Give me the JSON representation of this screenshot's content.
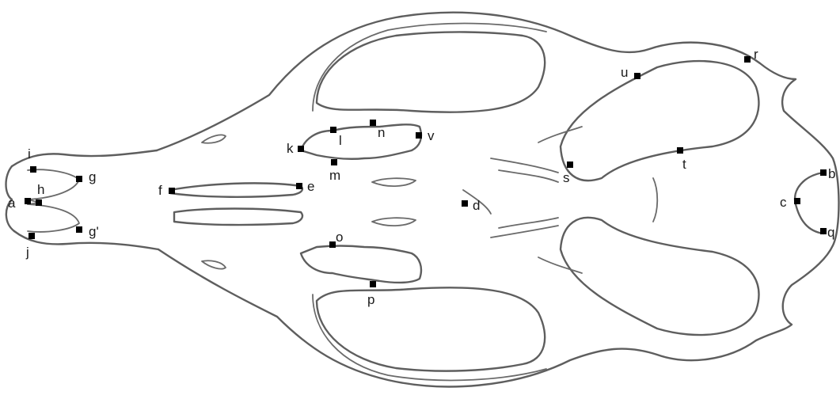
{
  "figure": {
    "landmarks": [
      {
        "id": "a",
        "label": "a"
      },
      {
        "id": "b",
        "label": "b"
      },
      {
        "id": "c",
        "label": "c"
      },
      {
        "id": "d",
        "label": "d"
      },
      {
        "id": "e",
        "label": "e"
      },
      {
        "id": "f",
        "label": "f"
      },
      {
        "id": "g",
        "label": "g"
      },
      {
        "id": "g2",
        "label": "g'"
      },
      {
        "id": "h",
        "label": "h"
      },
      {
        "id": "i",
        "label": "i"
      },
      {
        "id": "j",
        "label": "j"
      },
      {
        "id": "k",
        "label": "k"
      },
      {
        "id": "l",
        "label": "l"
      },
      {
        "id": "m",
        "label": "m"
      },
      {
        "id": "n",
        "label": "n"
      },
      {
        "id": "o",
        "label": "o"
      },
      {
        "id": "p",
        "label": "p"
      },
      {
        "id": "q",
        "label": "q"
      },
      {
        "id": "r",
        "label": "r"
      },
      {
        "id": "s",
        "label": "s"
      },
      {
        "id": "t",
        "label": "t"
      },
      {
        "id": "u",
        "label": "u"
      },
      {
        "id": "v",
        "label": "v"
      }
    ]
  }
}
